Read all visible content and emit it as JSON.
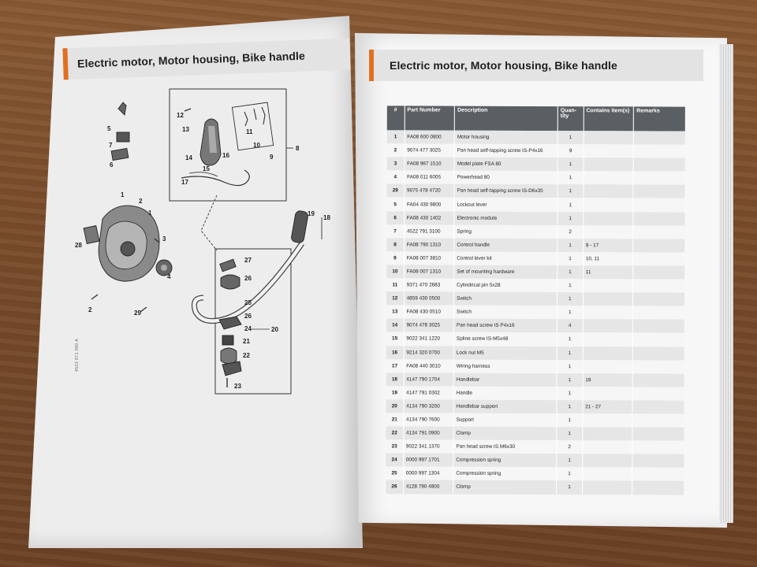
{
  "left_page": {
    "title": "Electric motor, Motor housing, Bike handle",
    "doc_code": "4523 971 080 A"
  },
  "diagram": {
    "callouts": [
      "1",
      "2",
      "3",
      "4",
      "5",
      "6",
      "7",
      "8",
      "9",
      "10",
      "11",
      "12",
      "13",
      "14",
      "15",
      "16",
      "17",
      "18",
      "19",
      "20",
      "21",
      "22",
      "23",
      "24",
      "25",
      "26",
      "26",
      "27",
      "28",
      "29",
      "2",
      "1"
    ]
  },
  "right_page": {
    "title": "Electric motor, Motor housing, Bike handle",
    "table": {
      "headers": [
        "#",
        "Part Number",
        "Description",
        "Quan-tity",
        "Contains Item(s)",
        "Remarks"
      ],
      "rows": [
        [
          "1",
          "FA08 600 0800",
          "Motor housing",
          "1",
          "",
          ""
        ],
        [
          "2",
          "9074 477 3025",
          "Pan head self-tapping screw IS-P4x16",
          "9",
          "",
          ""
        ],
        [
          "3",
          "FA08 967 1510",
          "Model plate FSA 80",
          "1",
          "",
          ""
        ],
        [
          "4",
          "FA08 011 6005",
          "Powerhead 80",
          "1",
          "",
          ""
        ],
        [
          "29",
          "9075 478 4720",
          "Pan head self-tapping screw IS-D6x35",
          "1",
          "",
          ""
        ],
        [
          "5",
          "FA04 430 9800",
          "Lockout lever",
          "1",
          "",
          ""
        ],
        [
          "6",
          "FA08 430 1402",
          "Electronic module",
          "1",
          "",
          ""
        ],
        [
          "7",
          "4522 791 3100",
          "Spring",
          "2",
          "",
          ""
        ],
        [
          "8",
          "FA08 790 1310",
          "Control handle",
          "1",
          "9 - 17",
          ""
        ],
        [
          "9",
          "FA08 007 3810",
          "Control lever kit",
          "1",
          "10, 11",
          ""
        ],
        [
          "10",
          "FA08 007 1310",
          "Set of mounting hardware",
          "1",
          "11",
          ""
        ],
        [
          "11",
          "9371 470 2683",
          "Cylindrical pin 5x28",
          "1",
          "",
          ""
        ],
        [
          "12",
          "4859 430 0500",
          "Switch",
          "1",
          "",
          ""
        ],
        [
          "13",
          "FA08 430 0510",
          "Switch",
          "1",
          "",
          ""
        ],
        [
          "14",
          "9074 478 3025",
          "Pan head screw IS P4x16",
          "4",
          "",
          ""
        ],
        [
          "15",
          "9022 341 1220",
          "Spline screw IS-M5x48",
          "1",
          "",
          ""
        ],
        [
          "16",
          "9214 320 0700",
          "Lock nut M5",
          "1",
          "",
          ""
        ],
        [
          "17",
          "FA08 440 3010",
          "Wiring harness",
          "1",
          "",
          ""
        ],
        [
          "18",
          "4147 790 1704",
          "Handlebar",
          "1",
          "19",
          ""
        ],
        [
          "19",
          "4147 791 0302",
          "Handle",
          "1",
          "",
          ""
        ],
        [
          "20",
          "4134 790 3200",
          "Handlebar support",
          "1",
          "21 - 27",
          ""
        ],
        [
          "21",
          "4134 790 7600",
          "Support",
          "1",
          "",
          ""
        ],
        [
          "22",
          "4134 791 0900",
          "Clamp",
          "1",
          "",
          ""
        ],
        [
          "23",
          "9022 341 1370",
          "Pan head screw IS M6x30",
          "2",
          "",
          ""
        ],
        [
          "24",
          "0000 997 1701",
          "Compression spring",
          "1",
          "",
          ""
        ],
        [
          "25",
          "0000 997 1304",
          "Compression spring",
          "1",
          "",
          ""
        ],
        [
          "26",
          "4128 790 4800",
          "Clamp",
          "1",
          "",
          ""
        ]
      ]
    }
  },
  "colors": {
    "accent": "#e0701f",
    "header_band": "#e3e3e4",
    "table_header": "#5a5f63"
  }
}
